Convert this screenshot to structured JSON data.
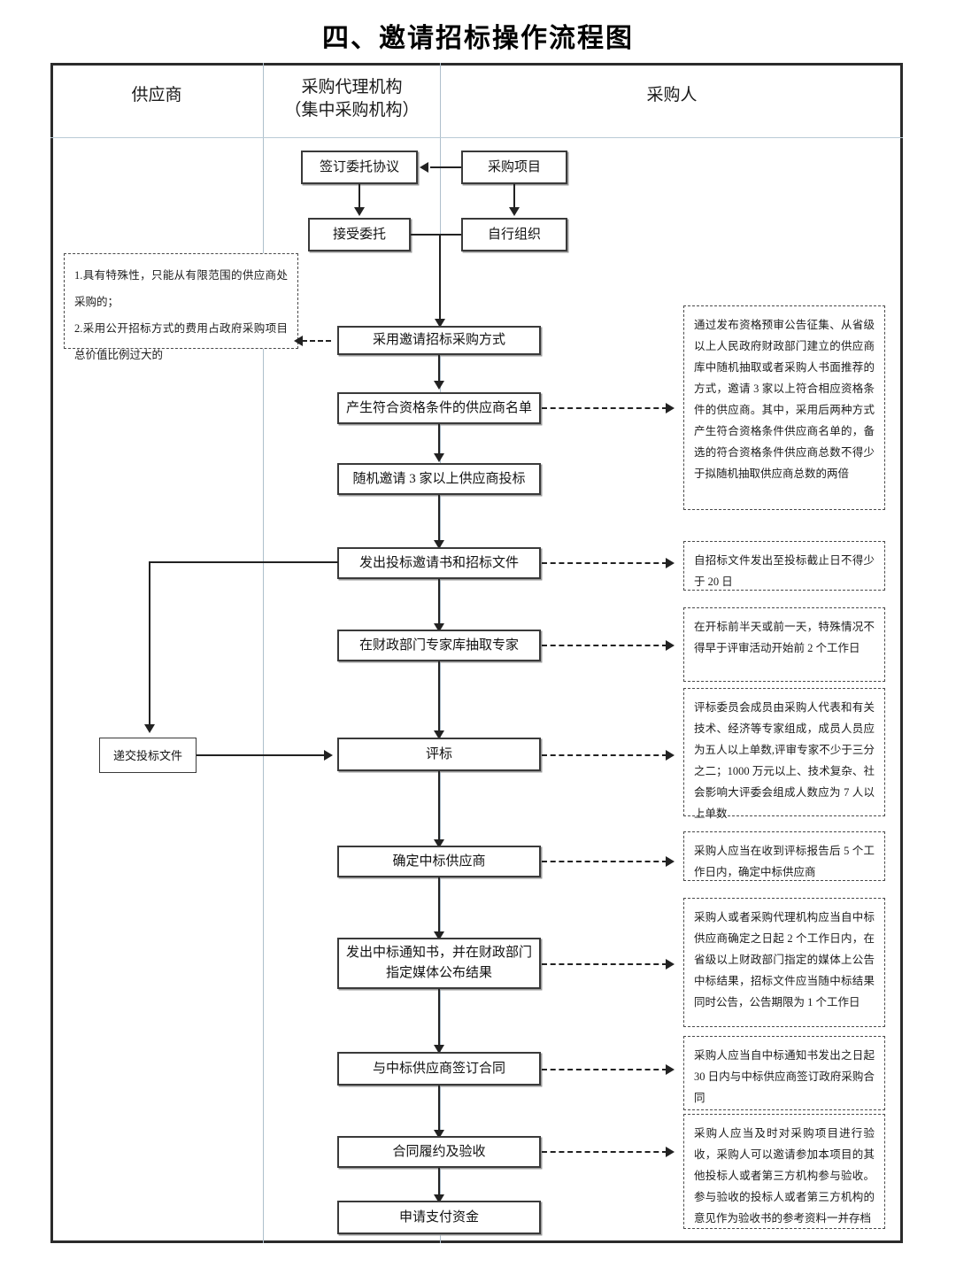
{
  "title": "四、邀请招标操作流程图",
  "columns": [
    {
      "id": "supplier",
      "label": "供应商"
    },
    {
      "id": "agency",
      "line1": "采购代理机构",
      "line2": "（集中采购机构）"
    },
    {
      "id": "purchaser",
      "label": "采购人"
    }
  ],
  "boxes": {
    "sign_entrust": "签订委托协议",
    "purchase_project": "采购项目",
    "accept_entrust": "接受委托",
    "self_organize": "自行组织",
    "adopt_invite": "采用邀请招标采购方式",
    "qualified_list": "产生符合资格条件的供应商名单",
    "invite_three": "随机邀请 3 家以上供应商投标",
    "issue_invitation": "发出投标邀请书和招标文件",
    "draw_experts": "在财政部门专家库抽取专家",
    "submit_bid": "递交投标文件",
    "evaluate": "评标",
    "determine_winner": "确定中标供应商",
    "issue_notice": "发出中标通知书，并在财政部门指定媒体公布结果",
    "sign_contract": "与中标供应商签订合同",
    "perform_accept": "合同履约及验收",
    "apply_payment": "申请支付资金"
  },
  "notes": {
    "conditions": "1.具有特殊性，只能从有限范围的供应商处采购的；\n2.采用公开招标方式的费用占政府采购项目总价值比例过大的",
    "qualified_list_note": "通过发布资格预审公告征集、从省级以上人民政府财政部门建立的供应商库中随机抽取或者采购人书面推荐的方式，邀请 3 家以上符合相应资格条件的供应商。其中，采用后两种方式产生符合资格条件供应商名单的，备选的符合资格条件供应商总数不得少于拟随机抽取供应商总数的两倍",
    "invitation_note": "自招标文件发出至投标截止日不得少于 20 日",
    "experts_note": "在开标前半天或前一天，特殊情况不得早于评审活动开始前 2 个工作日",
    "evaluate_note": "评标委员会成员由采购人代表和有关技术、经济等专家组成，成员人员应为五人以上单数,评审专家不少于三分之二；1000 万元以上、技术复杂、社会影响大评委会组成人数应为 7 人以上单数",
    "winner_note": "采购人应当在收到评标报告后 5 个工作日内，确定中标供应商",
    "notice_note": "采购人或者采购代理机构应当自中标供应商确定之日起 2 个工作日内，在省级以上财政部门指定的媒体上公告中标结果，招标文件应当随中标结果同时公告，公告期限为 1 个工作日",
    "contract_note": "采购人应当自中标通知书发出之日起 30 日内与中标供应商签订政府采购合同",
    "acceptance_note": "采购人应当及时对采购项目进行验收，采购人可以邀请参加本项目的其他投标人或者第三方机构参与验收。参与验收的投标人或者第三方机构的意见作为验收书的参考资料一并存档"
  },
  "colors": {
    "frame": "#2b2b2b",
    "lane_divider": "#aebfcc",
    "box_border": "#3a3a3a",
    "note_border": "#4a4a4a",
    "connector": "#222222"
  }
}
